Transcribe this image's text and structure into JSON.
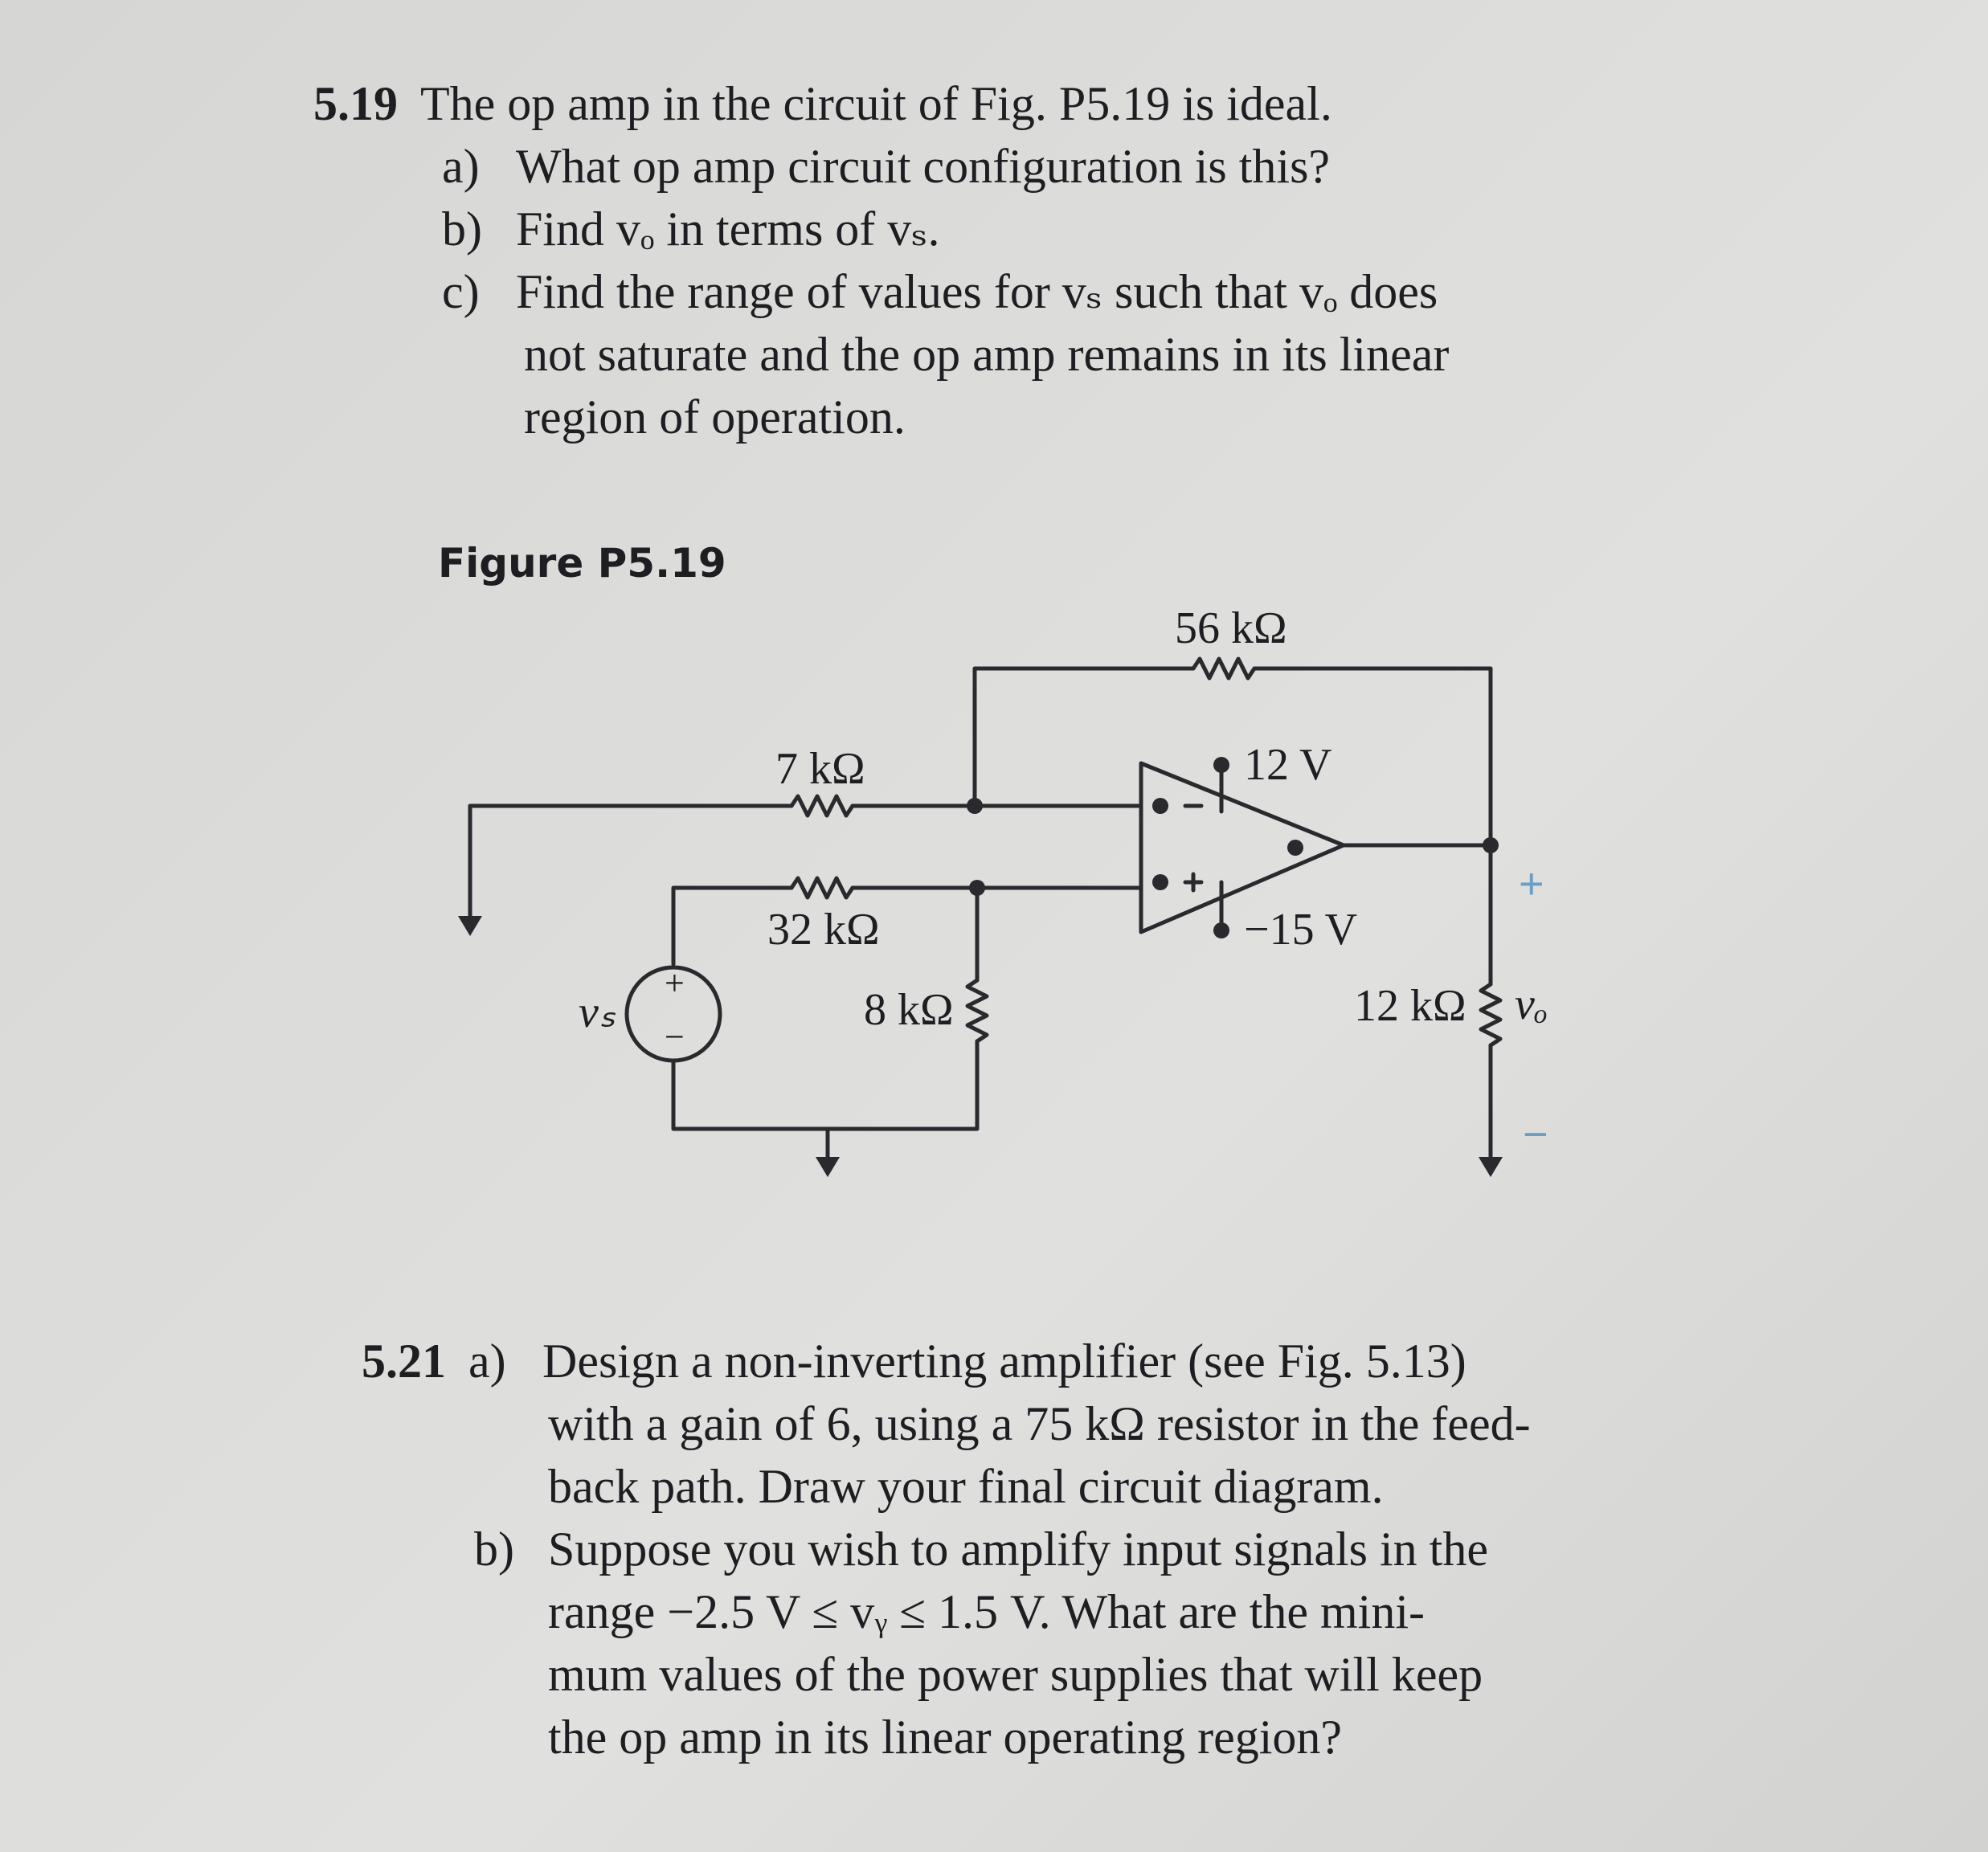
{
  "problem_519": {
    "number": "5.19",
    "intro": "The op amp in the circuit of Fig. P5.19 is ideal.",
    "a_label": "a)",
    "a_text": "What op amp circuit configuration is this?",
    "b_label": "b)",
    "b_text": "Find vₒ in terms of vₛ.",
    "c_label": "c)",
    "c_line1": "Find the range of values for vₛ such that vₒ does",
    "c_line2": "not saturate and the op amp remains in its linear",
    "c_line3": "region of operation."
  },
  "figure": {
    "label": "Figure P5.19",
    "r_feedback": "56 kΩ",
    "r_input": "7 kΩ",
    "r_pos": "32 kΩ",
    "r_shunt": "8 kΩ",
    "r_load": "12 kΩ",
    "supply_pos": "12 V",
    "supply_neg": "−15 V",
    "source_label": "vₛ",
    "output_label": "vₒ",
    "plus": "+",
    "minus": "−"
  },
  "problem_521": {
    "number": "5.21",
    "a_label": "a)",
    "a_line1": "Design a non-inverting amplifier (see Fig. 5.13)",
    "a_line2": "with a gain of 6, using a 75 kΩ resistor in the feed-",
    "a_line3": "back path. Draw your final circuit diagram.",
    "b_label": "b)",
    "b_line1": "Suppose you wish to amplify input signals in the",
    "b_line2": "range −2.5 V ≤ vᵧ ≤ 1.5 V. What are the mini-",
    "b_line3": "mum values of the power supplies that will keep",
    "b_line4": "the op amp in its linear operating region?"
  }
}
